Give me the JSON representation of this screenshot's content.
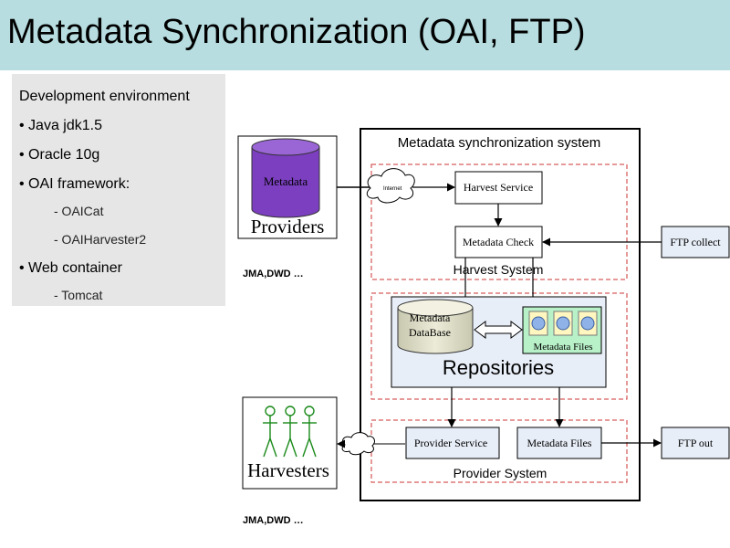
{
  "slide": {
    "title": "Metadata Synchronization (OAI, FTP)",
    "colors": {
      "title_bg": "#b7dde0",
      "panel_bg": "#e6e6e6",
      "db_fill": "#7b3fbf",
      "repo_bg": "#e8eef8",
      "dashed": "#cc3333"
    }
  },
  "environment": {
    "heading": "Development environment",
    "items": [
      {
        "text": "• Java  jdk1.5"
      },
      {
        "text": "• Oracle 10g"
      },
      {
        "text": "• OAI framework:"
      },
      {
        "text": "- OAICat"
      },
      {
        "text": "- OAIHarvester2"
      },
      {
        "text": "• Web container"
      },
      {
        "text": "- Tomcat"
      }
    ]
  },
  "diagram": {
    "system_title": "Metadata synchronization system",
    "providers": {
      "db_label": "Metadata",
      "label": "Providers",
      "caption": "JMA,DWD …"
    },
    "harvesters": {
      "label": "Harvesters",
      "caption": "JMA,DWD …"
    },
    "internet_label": "Internet",
    "harvest_service": "Harvest Service",
    "metadata_check": "Metadata Check",
    "harvest_system": "Harvest System",
    "ftp_collect": "FTP  collect",
    "metadata_database": {
      "line1": "Metadata",
      "line2": "DataBase"
    },
    "metadata_files_repo": "Metadata Files",
    "repositories": "Repositories",
    "provider_service": "Provider Service",
    "metadata_files_provider": "Metadata Files",
    "provider_system": "Provider System",
    "ftp_out": "FTP out"
  }
}
